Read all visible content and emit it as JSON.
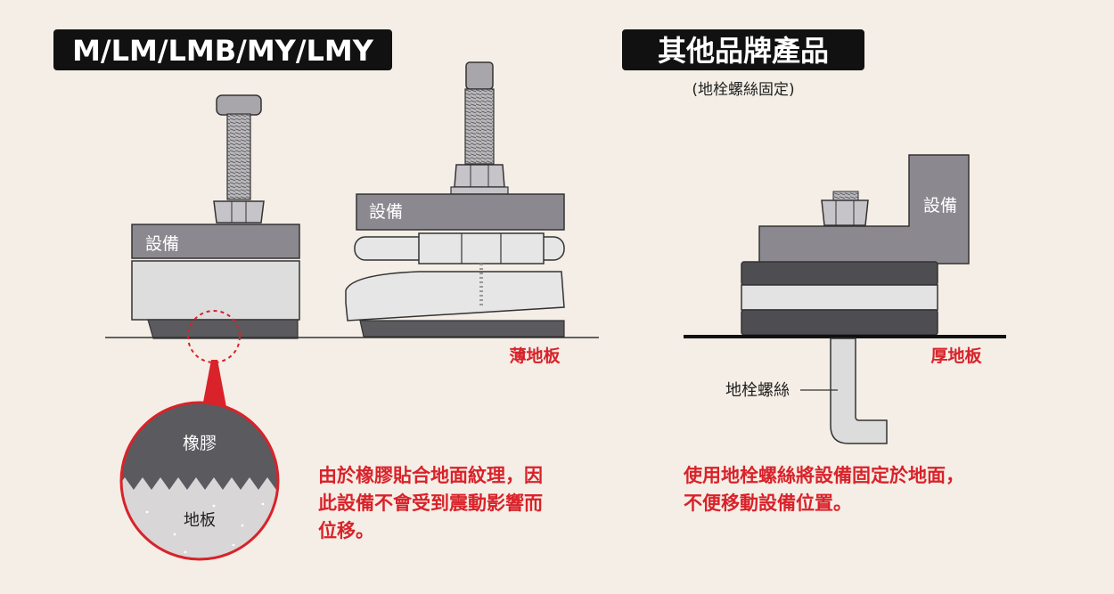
{
  "left_panel": {
    "title": "M/LM/LMB/MY/LMY",
    "equipment_label_a": "設備",
    "equipment_label_b": "設備",
    "floor_label": "薄地板",
    "callout": {
      "rubber_label": "橡膠",
      "floor_label": "地板"
    },
    "description": [
      "由於橡膠貼合地面紋理，因",
      "此設備不會受到震動影響而",
      "位移。"
    ]
  },
  "right_panel": {
    "title": "其他品牌產品",
    "subtitle": "(地栓螺絲固定)",
    "equipment_label": "設備",
    "floor_label": "厚地板",
    "anchor_bolt_label": "地栓螺絲",
    "description": [
      "使用地栓螺絲將設備固定於地面，",
      "不便移動設備位置。"
    ]
  },
  "colors": {
    "background": "#f4eee6",
    "accent_red": "#d9222a",
    "equipment_gray": "#8c8890",
    "rubber_dark": "#5b5a5e",
    "floor_speckle": "#d8d6d6"
  }
}
